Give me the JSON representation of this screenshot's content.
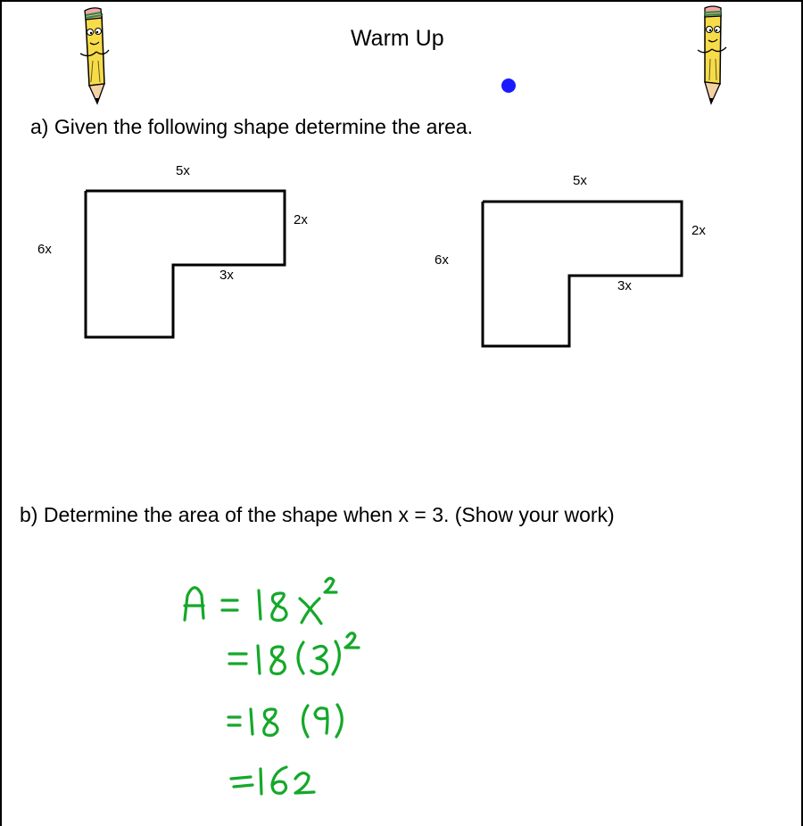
{
  "title": "Warm Up",
  "question_a": "a)  Given the following shape determine the area.",
  "question_b": "b)  Determine the area of the shape when x = 3. (Show your work)",
  "shapes": [
    {
      "top_label": "5x",
      "right_label": "2x",
      "left_label": "6x",
      "inner_label": "3x"
    },
    {
      "top_label": "5x",
      "right_label": "2x",
      "left_label": "6x",
      "inner_label": "3x"
    }
  ],
  "handwritten_work": [
    "A = 18x^2",
    "= 18(3)^2",
    "= 18 (9)",
    "= 162"
  ],
  "colors": {
    "ink": "#000000",
    "handwriting": "#14a82a",
    "dot": "#1a1aff",
    "pencil_body": "#f7dc4a"
  },
  "icons": [
    "pencil-mascot-icon",
    "pencil-mascot-icon"
  ]
}
